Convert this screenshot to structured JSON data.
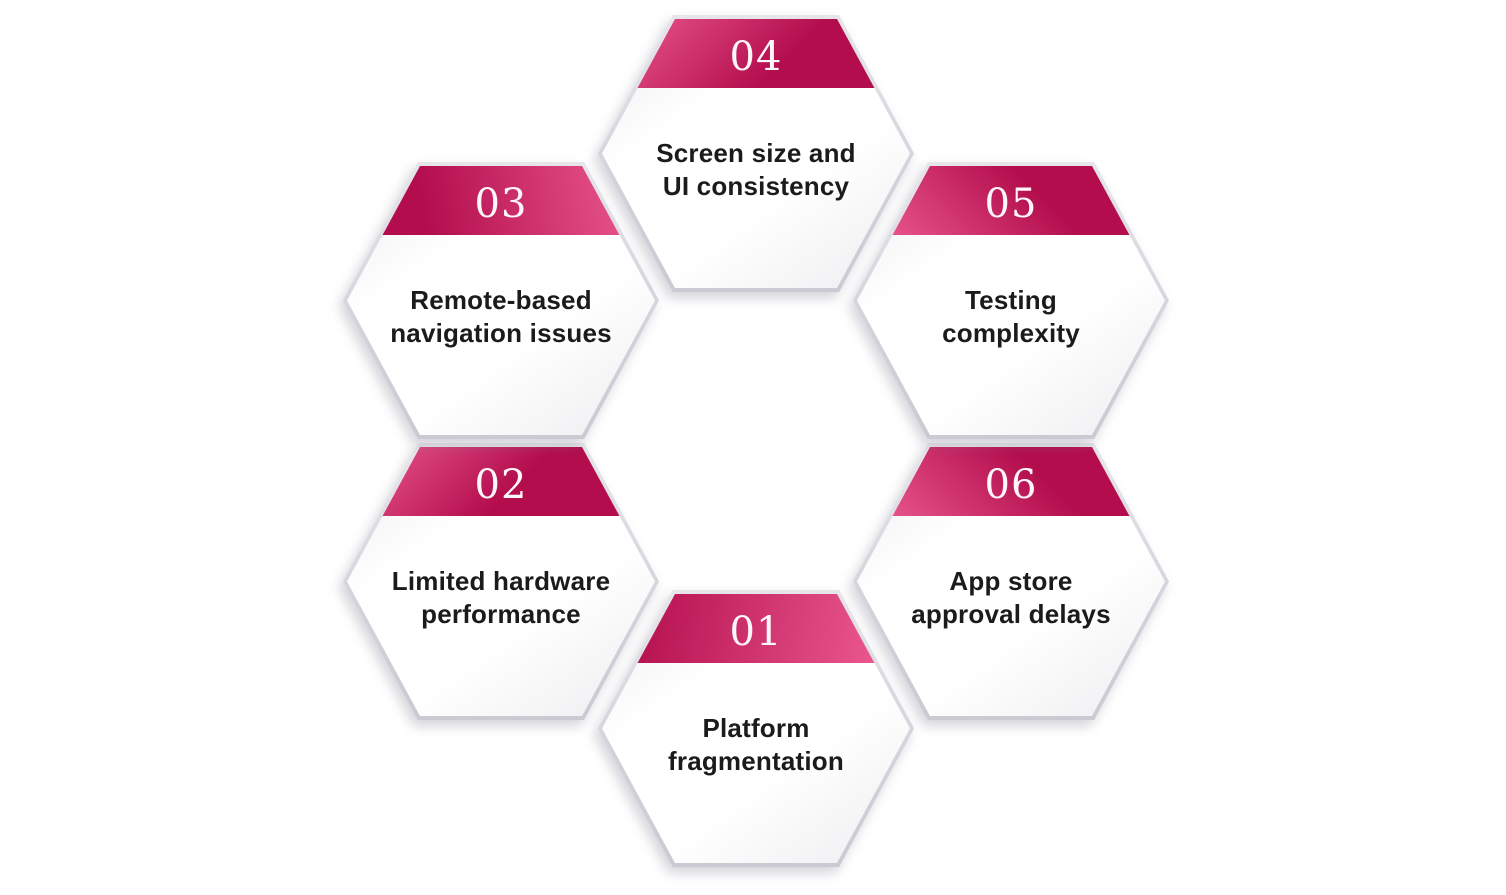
{
  "diagram": {
    "type": "hexagon-cycle-infographic",
    "item_count": 6
  },
  "colors": {
    "accent_dark": "#b30d4d",
    "accent_light": "#ef5f94",
    "hexagon_border": "#d2d3da",
    "body_text": "#1b1b1d",
    "number_text": "#fdf6f9",
    "background": "#ffffff"
  },
  "hexagons": [
    {
      "number": "01",
      "label": "Platform fragmentation",
      "lines": [
        "Platform",
        "fragmentation"
      ],
      "position": "bottom-center"
    },
    {
      "number": "02",
      "label": "Limited hardware performance",
      "lines": [
        "Limited hardware",
        "performance"
      ],
      "position": "lower-left"
    },
    {
      "number": "03",
      "label": "Remote-based navigation issues",
      "lines": [
        "Remote-based",
        "navigation issues"
      ],
      "position": "upper-left"
    },
    {
      "number": "04",
      "label": "Screen size and UI consistency",
      "lines": [
        "Screen size and",
        "UI consistency"
      ],
      "position": "top-center"
    },
    {
      "number": "05",
      "label": "Testing complexity",
      "lines": [
        "Testing",
        "complexity"
      ],
      "position": "upper-right"
    },
    {
      "number": "06",
      "label": "App store approval delays",
      "lines": [
        "App store",
        "approval delays"
      ],
      "position": "lower-right"
    }
  ]
}
